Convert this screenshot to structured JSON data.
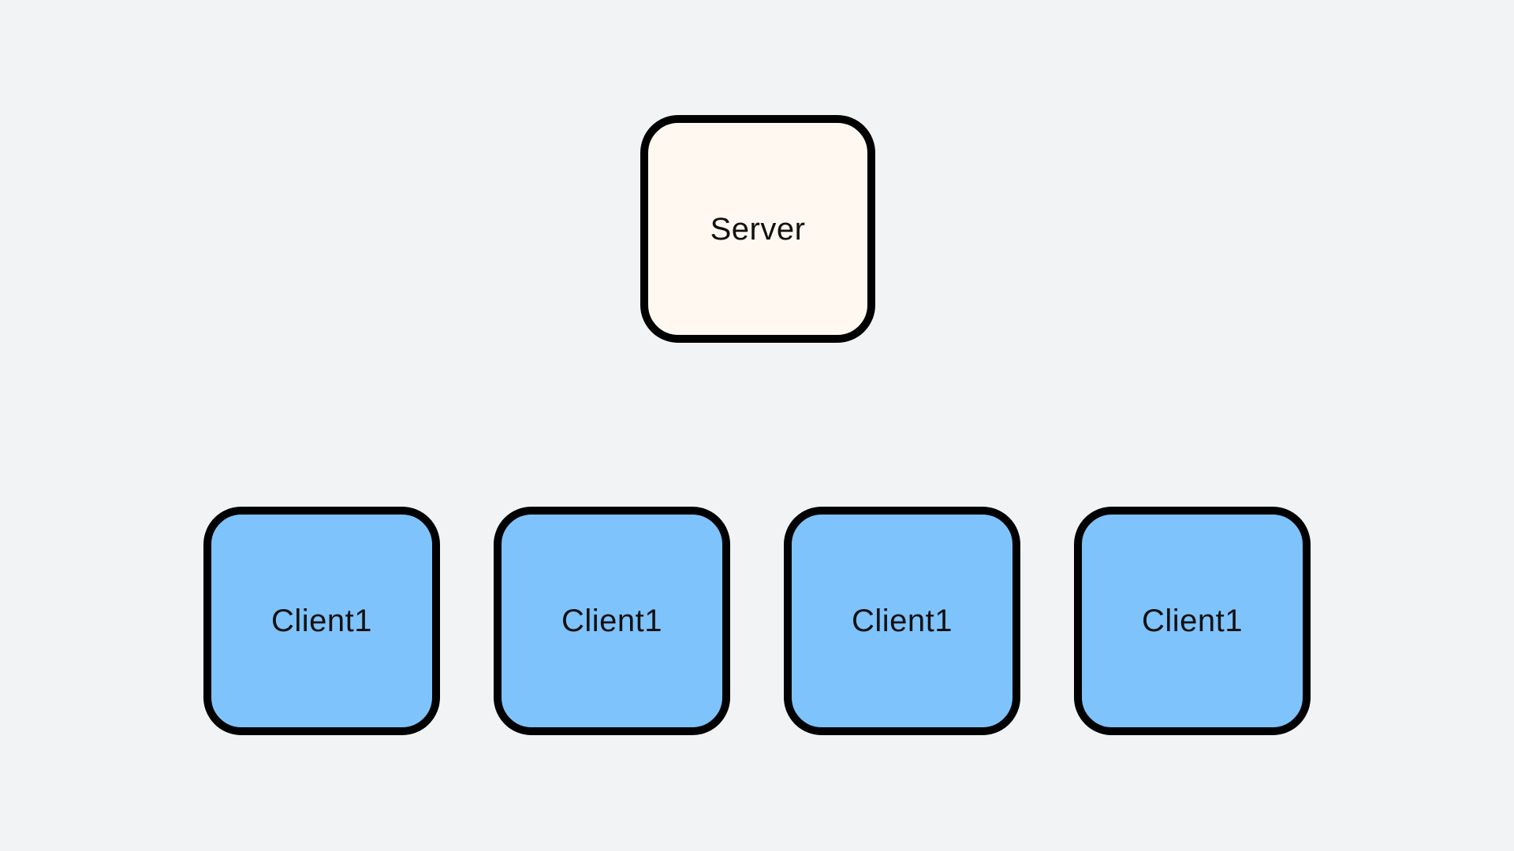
{
  "colors": {
    "canvas_background": "#F1F3F5",
    "server_fill": "#FFF8F0",
    "client_fill": "#7EC3FC",
    "node_stroke": "#000000",
    "label_color": "#111111"
  },
  "diagram": {
    "server": {
      "label": "Server"
    },
    "clients": [
      {
        "label": "Client1"
      },
      {
        "label": "Client1"
      },
      {
        "label": "Client1"
      },
      {
        "label": "Client1"
      }
    ]
  }
}
